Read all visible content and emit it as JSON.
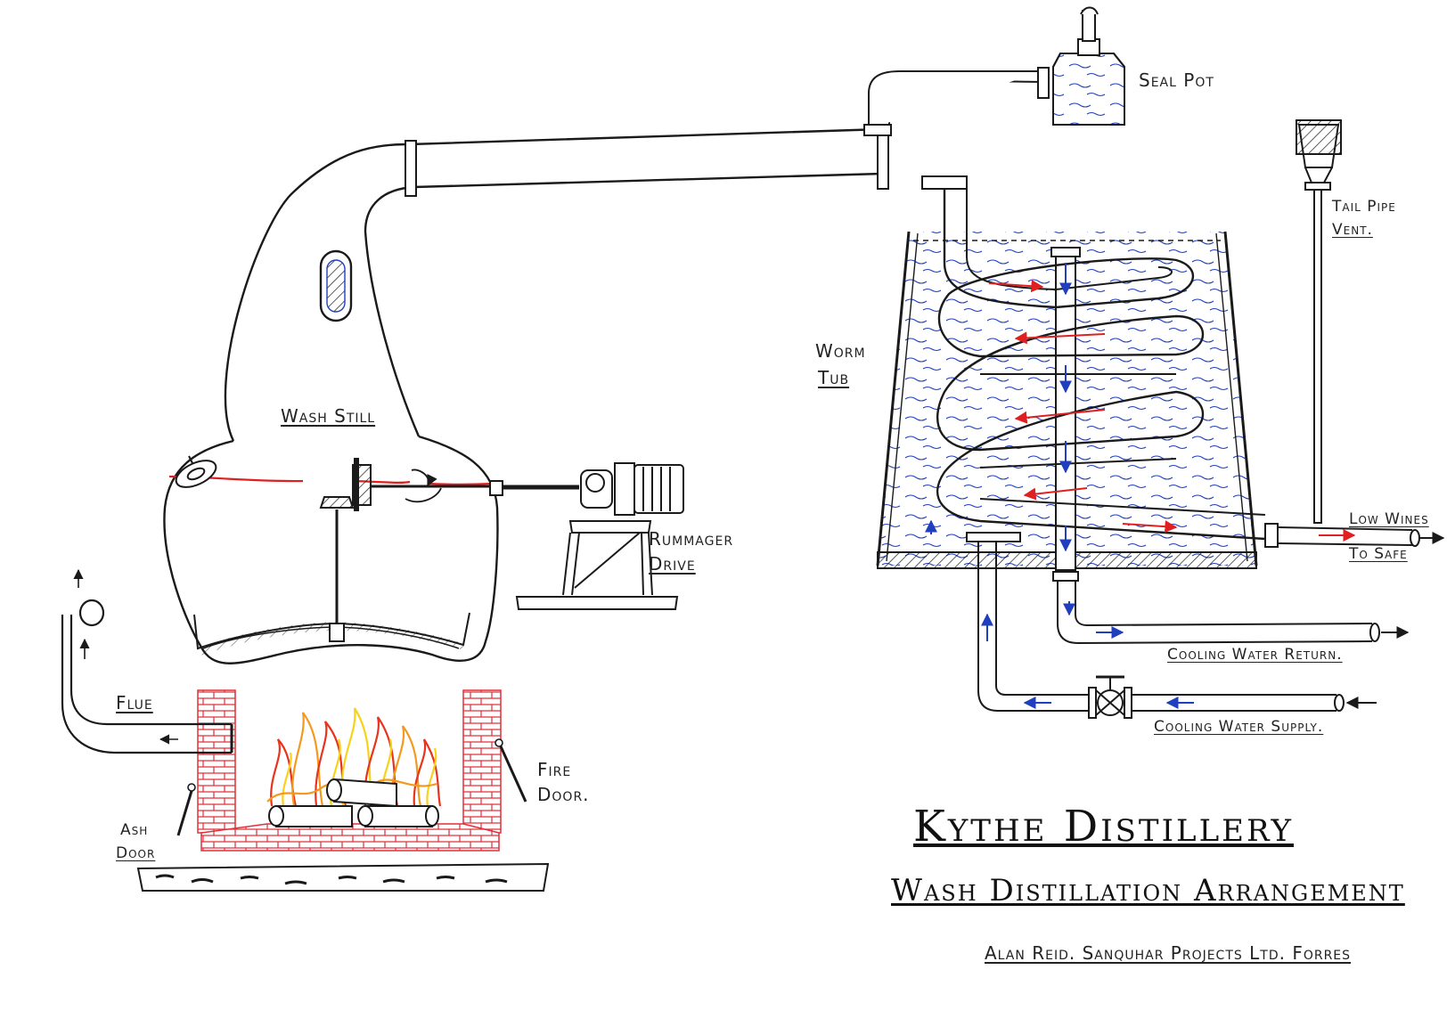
{
  "labels": {
    "seal_pot": "Seal Pot",
    "tail_pipe_vent_1": "Tail Pipe",
    "tail_pipe_vent_2": "Vent.",
    "worm_tub_1": "Worm",
    "worm_tub_2": "Tub",
    "wash_still": "Wash Still",
    "rummager_1": "Rummager",
    "rummager_2": "Drive",
    "low_wines": "Low Wines",
    "to_safe": "To Safe",
    "cooling_return": "Cooling Water Return.",
    "cooling_supply": "Cooling Water Supply.",
    "flue": "Flue",
    "fire_door_1": "Fire",
    "fire_door_2": "Door.",
    "ash_door_1": "Ash",
    "ash_door_2": "Door"
  },
  "title": {
    "main": "Kythe Distillery",
    "sub": "Wash Distillation Arrangement",
    "credit": "Alan Reid. Sanquhar Projects Ltd. Forres"
  },
  "colors": {
    "ink": "#1a1a1a",
    "water": "#1f3fbf",
    "hot_flow": "#e02020",
    "fire_red": "#e8341c",
    "fire_orange": "#f39a1e",
    "fire_yellow": "#f7d21a",
    "brick": "#e0303a"
  },
  "icons": [
    "flow-arrow-icon",
    "valve-icon",
    "motor-icon",
    "porthole-icon",
    "seal-pot-icon",
    "vent-cap-icon"
  ]
}
